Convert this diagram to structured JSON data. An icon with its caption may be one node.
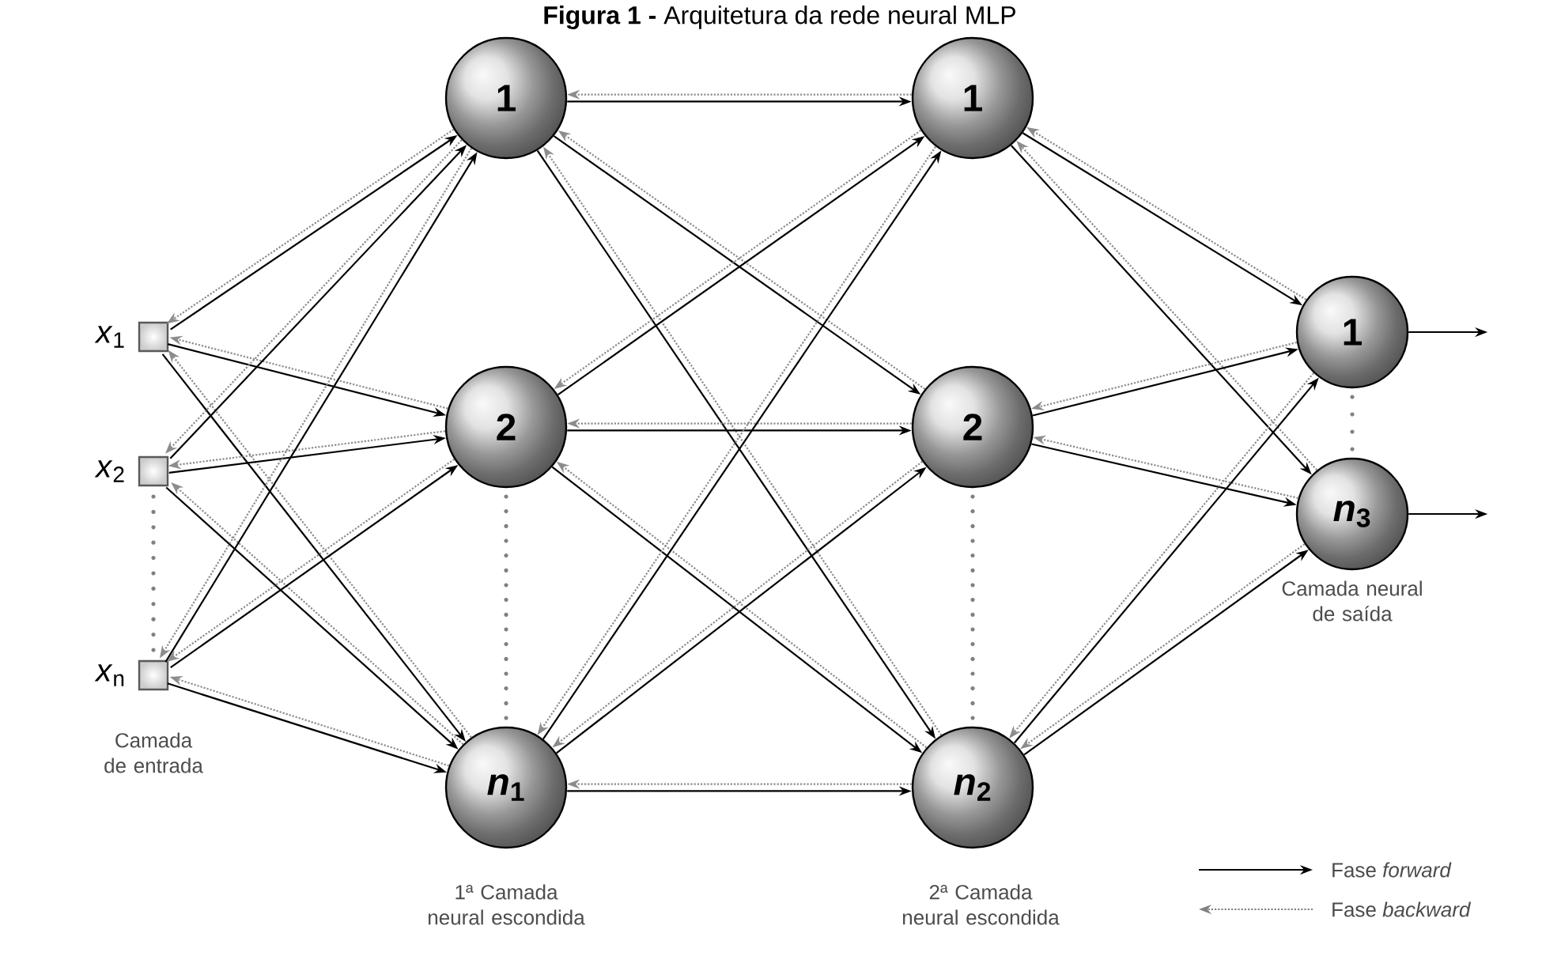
{
  "diagram": {
    "title": "**Figura 1 -** Arquitetura da rede neural MLP",
    "nodes": [
      {
        "text": [],
        "shape": "box",
        "beside": [
          "*x*$_{1}$"
        ]
      },
      {
        "text": [],
        "shape": "box",
        "beside": [
          "*x*$_{2}$"
        ]
      },
      {
        "text": [],
        "shape": "box",
        "beside": [
          "*x*$_{n}$"
        ]
      },
      {
        "text": [
          "1"
        ]
      },
      {
        "text": [
          "2"
        ]
      },
      {
        "text": [
          "*n*$_{1}$"
        ]
      },
      {
        "text": [
          "1"
        ]
      },
      {
        "text": [
          "2"
        ]
      },
      {
        "text": [
          "*n*$_{2}$"
        ]
      },
      {
        "text": [
          "1"
        ]
      },
      {
        "text": [
          "*n*$_{3}$"
        ]
      }
    ],
    "edges": [
      {
        "from": 0,
        "to": 3,
        "arrow": "to"
      },
      {
        "from": 3,
        "to": 0,
        "arrow": "to",
        "style": "dashed",
        "color": "#8c8c8c"
      },
      {
        "from": 0,
        "to": 4,
        "arrow": "to"
      },
      {
        "from": 4,
        "to": 0,
        "arrow": "to",
        "style": "dashed",
        "color": "#8c8c8c"
      },
      {
        "from": 0,
        "to": 5,
        "arrow": "to"
      },
      {
        "from": 5,
        "to": 0,
        "arrow": "to",
        "style": "dashed",
        "color": "#8c8c8c"
      },
      {
        "from": 1,
        "to": 3,
        "arrow": "to"
      },
      {
        "from": 3,
        "to": 1,
        "arrow": "to",
        "style": "dashed",
        "color": "#8c8c8c"
      },
      {
        "from": 1,
        "to": 4,
        "arrow": "to"
      },
      {
        "from": 4,
        "to": 1,
        "arrow": "to",
        "style": "dashed",
        "color": "#8c8c8c"
      },
      {
        "from": 1,
        "to": 5,
        "arrow": "to"
      },
      {
        "from": 5,
        "to": 1,
        "arrow": "to",
        "style": "dashed",
        "color": "#8c8c8c"
      },
      {
        "from": 2,
        "to": 3,
        "arrow": "to"
      },
      {
        "from": 3,
        "to": 2,
        "arrow": "to",
        "style": "dashed",
        "color": "#8c8c8c"
      },
      {
        "from": 2,
        "to": 4,
        "arrow": "to"
      },
      {
        "from": 4,
        "to": 2,
        "arrow": "to",
        "style": "dashed",
        "color": "#8c8c8c"
      },
      {
        "from": 2,
        "to": 5,
        "arrow": "to"
      },
      {
        "from": 5,
        "to": 2,
        "arrow": "to",
        "style": "dashed",
        "color": "#8c8c8c"
      },
      {
        "from": 3,
        "to": 6,
        "arrow": "to"
      },
      {
        "from": 6,
        "to": 3,
        "arrow": "to",
        "style": "dashed",
        "color": "#8c8c8c"
      },
      {
        "from": 3,
        "to": 7,
        "arrow": "to"
      },
      {
        "from": 7,
        "to": 3,
        "arrow": "to",
        "style": "dashed",
        "color": "#8c8c8c"
      },
      {
        "from": 3,
        "to": 8,
        "arrow": "to"
      },
      {
        "from": 8,
        "to": 3,
        "arrow": "to",
        "style": "dashed",
        "color": "#8c8c8c"
      },
      {
        "from": 4,
        "to": 6,
        "arrow": "to"
      },
      {
        "from": 6,
        "to": 4,
        "arrow": "to",
        "style": "dashed",
        "color": "#8c8c8c"
      },
      {
        "from": 4,
        "to": 7,
        "arrow": "to"
      },
      {
        "from": 7,
        "to": 4,
        "arrow": "to",
        "style": "dashed",
        "color": "#8c8c8c"
      },
      {
        "from": 4,
        "to": 8,
        "arrow": "to"
      },
      {
        "from": 8,
        "to": 4,
        "arrow": "to",
        "style": "dashed",
        "color": "#8c8c8c"
      },
      {
        "from": 5,
        "to": 6,
        "arrow": "to"
      },
      {
        "from": 6,
        "to": 5,
        "arrow": "to",
        "style": "dashed",
        "color": "#8c8c8c"
      },
      {
        "from": 5,
        "to": 7,
        "arrow": "to"
      },
      {
        "from": 7,
        "to": 5,
        "arrow": "to",
        "style": "dashed",
        "color": "#8c8c8c"
      },
      {
        "from": 5,
        "to": 8,
        "arrow": "to"
      },
      {
        "from": 8,
        "to": 5,
        "arrow": "to",
        "style": "dashed",
        "color": "#8c8c8c"
      },
      {
        "from": 6,
        "to": 9,
        "arrow": "to"
      },
      {
        "from": 9,
        "to": 6,
        "arrow": "to",
        "style": "dashed",
        "color": "#8c8c8c"
      },
      {
        "from": 6,
        "to": 10,
        "arrow": "to"
      },
      {
        "from": 10,
        "to": 6,
        "arrow": "to",
        "style": "dashed",
        "color": "#8c8c8c"
      },
      {
        "from": 7,
        "to": 9,
        "arrow": "to"
      },
      {
        "from": 9,
        "to": 7,
        "arrow": "to",
        "style": "dashed",
        "color": "#8c8c8c"
      },
      {
        "from": 7,
        "to": 10,
        "arrow": "to"
      },
      {
        "from": 10,
        "to": 7,
        "arrow": "to",
        "style": "dashed",
        "color": "#8c8c8c"
      },
      {
        "from": 8,
        "to": 9,
        "arrow": "to"
      },
      {
        "from": 9,
        "to": 8,
        "arrow": "to",
        "style": "dashed",
        "color": "#8c8c8c"
      },
      {
        "from": 8,
        "to": 10,
        "arrow": "to"
      },
      {
        "from": 10,
        "to": 8,
        "arrow": "to",
        "style": "dashed",
        "color": "#8c8c8c"
      },
      {
        "from": 9,
        "to": null,
        "arrow": "to"
      },
      {
        "from": 10,
        "to": null,
        "arrow": "to"
      }
    ],
    "labels": [
      "Camada de entrada",
      "1ª Camada neural escondida",
      "2ª Camada neural escondida",
      "Camada neural de saída"
    ],
    "legend": [
      {
        "text": "Fase *forward*"
      },
      {
        "text": "Fase *backward*"
      }
    ]
  }
}
